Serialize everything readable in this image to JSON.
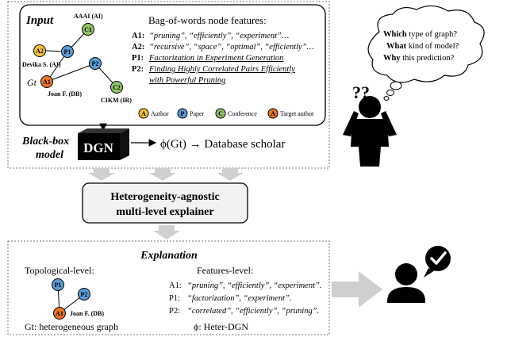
{
  "input": {
    "title": "Input",
    "features_title": "Bag-of-words node features:",
    "graph_label": "Gt",
    "nodes": {
      "a1": "A1",
      "a2": "A2",
      "p1": "P1",
      "p2": "P2",
      "c1": "C1",
      "c2": "C2"
    },
    "node_captions": {
      "aaai": "AAAI (AI)",
      "devika": "Devika S. (AI)",
      "joan": "Joan F. (DB)",
      "cikm": "CIKM (IR)"
    },
    "features": [
      {
        "key": "A1:",
        "text": "“pruning”, “efficiently”, “experiment”…"
      },
      {
        "key": "A2:",
        "text": "“recursive”, “space”, “optimal”, “efficiently”…"
      },
      {
        "key": "P1:",
        "text": "Factorization in Experiment Generation"
      },
      {
        "key": "P2:",
        "text": "Finding Highly Correlated Pairs Efficiently"
      },
      {
        "key": "",
        "text": "with Powerful Pruning"
      }
    ],
    "legend": [
      {
        "badge": "A",
        "label": "Author",
        "color": "#f5c242"
      },
      {
        "badge": "P",
        "label": "Paper",
        "color": "#5b9bd5"
      },
      {
        "badge": "C",
        "label": "Conference",
        "color": "#92c36a"
      },
      {
        "badge": "A",
        "label": "Target author",
        "color": "#e8742c"
      }
    ]
  },
  "model": {
    "label_line1": "Black-box",
    "label_line2": "model",
    "box_text": "DGN",
    "output": "ϕ(Gt) → Database scholar"
  },
  "explainer": {
    "line1": "Heterogeneity-agnostic",
    "line2": "multi-level explainer"
  },
  "explanation": {
    "title": "Explanation",
    "topo_title": "Topological-level:",
    "feat_title": "Features-level:",
    "nodes": {
      "p1": "P1",
      "p2": "P2",
      "a1": "A1"
    },
    "joan": "Joan F. (DB)",
    "features": [
      {
        "key": "A1:",
        "text": "“pruning”, “efficiently”, “experiment”."
      },
      {
        "key": "P1:",
        "text": "“factorization”, “experiment”."
      },
      {
        "key": "P2:",
        "text": "“correlated”, “efficiently”, “pruning”."
      }
    ],
    "footer_left": "Gt: heterogeneous graph",
    "footer_right": "ϕ: Heter-DGN"
  },
  "thought": {
    "q1_bold": "Which",
    "q1_rest": " type of graph?",
    "q2_bold": "What",
    "q2_rest": " kind of model?",
    "q3_bold": "Why",
    "q3_rest": " this prediction?",
    "question_marks": "??"
  },
  "colors": {
    "author": "#f5c242",
    "paper": "#5b9bd5",
    "conference": "#92c36a",
    "target": "#e8742c",
    "arrow": "#cfcfcf"
  }
}
